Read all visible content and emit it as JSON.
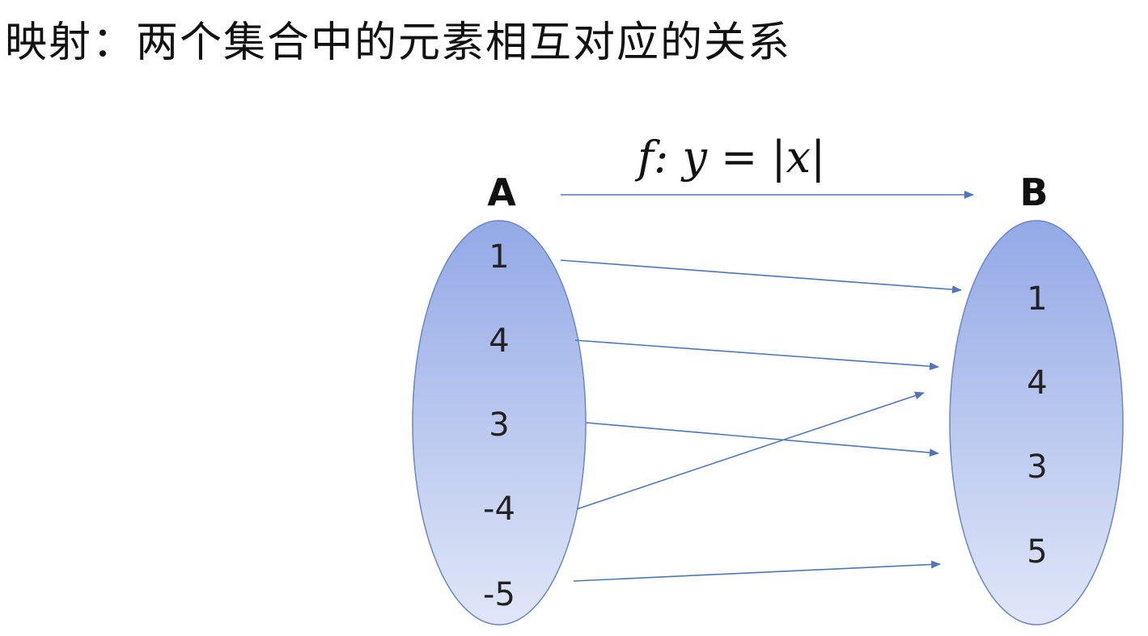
{
  "heading": "映射：两个集合中的元素相互对应的关系",
  "formula": "f: y =  |x|",
  "set_a": {
    "label": "A",
    "elements": [
      "1",
      "4",
      "3",
      "-4",
      "-5"
    ]
  },
  "set_b": {
    "label": "B",
    "elements": [
      "1",
      "4",
      "3",
      "5"
    ]
  },
  "mappings": [
    {
      "from": "1",
      "to": "1"
    },
    {
      "from": "4",
      "to": "4"
    },
    {
      "from": "3",
      "to": "3"
    },
    {
      "from": "-4",
      "to": "4"
    },
    {
      "from": "-5",
      "to": "5"
    }
  ],
  "colors": {
    "set_fill_top": "#93a9e6",
    "set_fill_bottom": "#e1e7f8",
    "set_stroke": "#6a87c9",
    "arrow": "#4f76bd"
  }
}
